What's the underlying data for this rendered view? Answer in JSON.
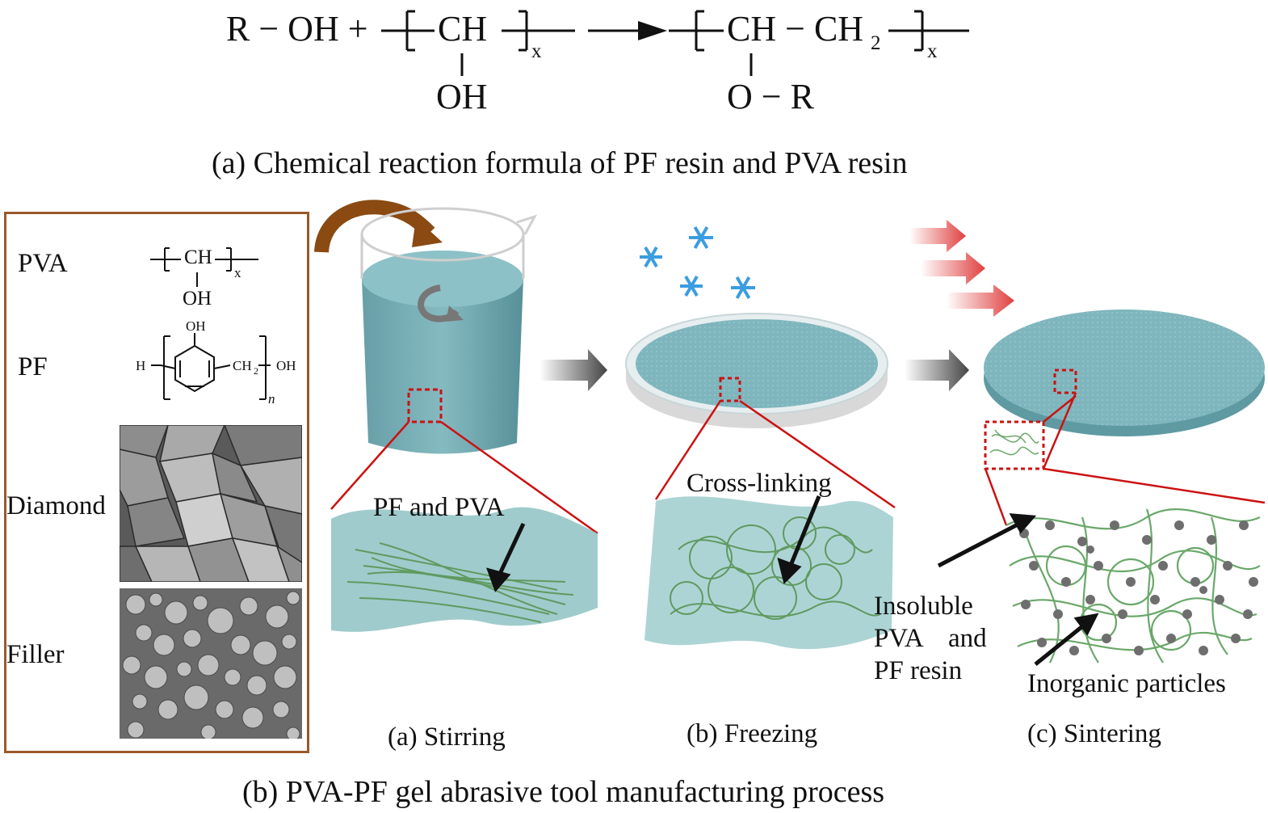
{
  "reaction": {
    "r_oh": "R − OH +",
    "ch_left": "CH",
    "oh_left": "OH",
    "sub_x1": "x",
    "ch_right": "CH − CH",
    "sub_2": "2",
    "o_r": "O − R",
    "sub_x2": "x"
  },
  "caption_a": "(a) Chemical reaction formula of PF resin and PVA resin",
  "materials": {
    "pva_label": "PVA",
    "pva_formula": {
      "ch": "CH",
      "oh": "OH",
      "x": "x"
    },
    "pf_label": "PF",
    "pf_formula": {
      "h": "H",
      "oh_top": "OH",
      "ch2": "CH",
      "sub2": "2",
      "oh_right": "OH",
      "n": "n"
    },
    "diamond_label": "Diamond",
    "filler_label": "Filler"
  },
  "process": {
    "pf_and_pva": "PF and PVA",
    "cross_linking": "Cross-linking",
    "insoluble_line1": "Insoluble",
    "insoluble_line2_a": "PVA",
    "insoluble_line2_b": "and",
    "insoluble_line3": "PF resin",
    "inorganic": "Inorganic particles",
    "step_a": "(a) Stirring",
    "step_b": "(b) Freezing",
    "step_c": "(c) Sintering"
  },
  "caption_b": "(b) PVA-PF gel abrasive tool manufacturing process",
  "colors": {
    "frame": "#9a5a2a",
    "teal": "#7fb6bd",
    "teal_dark": "#5f9aa3",
    "fiber": "#6aa86a",
    "red_line": "#cc1111",
    "snow": "#3a9de0",
    "heat": "#e04040",
    "curl": "#8a4a12"
  }
}
